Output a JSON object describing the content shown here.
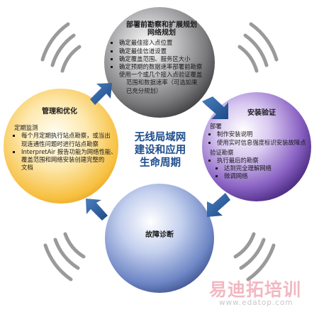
{
  "center_title": {
    "line1": "无线局域网",
    "line2": "建设和应用",
    "line3": "生命周期"
  },
  "top": {
    "title1": "部署前勘察和扩展规划",
    "title2": "网络规划",
    "items": [
      "确定最佳接入点位置",
      "确定最佳信道设置",
      "确定覆盖范围、服务区大小",
      "确定预期的数据速率部署前勘察"
    ],
    "extra": [
      "使用一个或几个接入点验证覆盖",
      "范围和数据速率（可选如果",
      "已充分规划）"
    ]
  },
  "right": {
    "title": "安装验证",
    "sec1": "部署",
    "sec1_items": [
      "制作安装说明",
      "使用实时信息强度标识安装故障点"
    ],
    "sec2": "验证勘察",
    "sec2_item": "执行最后的勘察",
    "sec2_sub": [
      "达到完全理解网络",
      "微调网络"
    ]
  },
  "bottom": {
    "title": "故障诊断"
  },
  "left": {
    "title": "管理和优化",
    "sec": "定期监测",
    "items": [
      [
        "每个月定期执行站点勘察，或当出",
        "现连通性问题时进行站点勘察"
      ],
      [
        "InterpretAir 报告功能为网络性能、",
        "覆盖范围和网络安装创建完整的",
        "文档"
      ]
    ]
  },
  "watermark": {
    "cn": "易迪拓培训",
    "url": "www.edatop.com"
  },
  "colors": {
    "top_ball": "#6f6f71",
    "right_ball": "#7e5ab8",
    "bottom_ball": "#6a84c4",
    "left_ball": "#f5b731",
    "arrow": "#2b5f9e",
    "center_text": "#1d4d8c"
  },
  "icons": [
    "cycle-arrow-icon",
    "radio-wave-arcs-icon"
  ]
}
